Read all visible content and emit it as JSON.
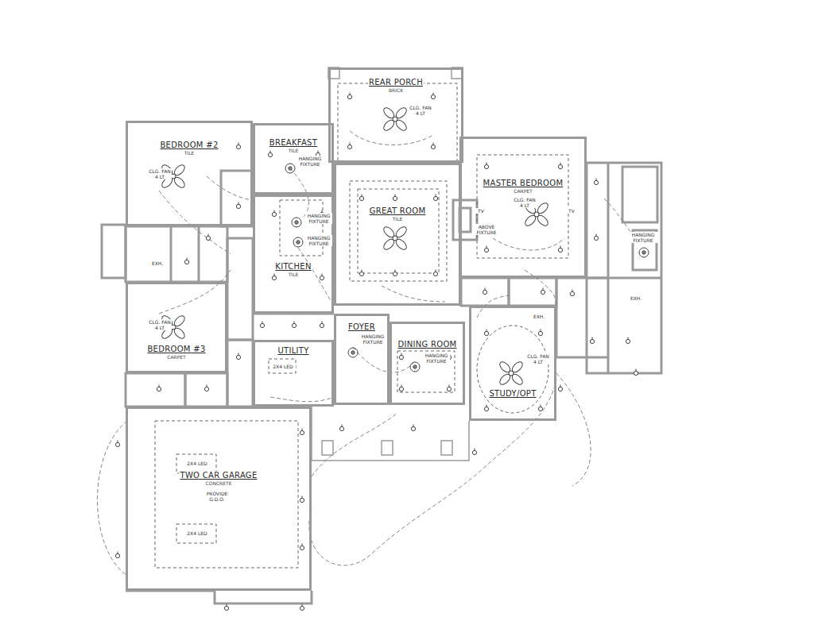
{
  "diagram": {
    "nodes": [
      {
        "text": [
          "REAR PORCH",
          "BRICK"
        ]
      },
      {
        "text": [
          "BEDROOM #2",
          "TILE"
        ]
      },
      {
        "text": [
          "BREAKFAST",
          "TILE"
        ]
      },
      {
        "text": [
          "GREAT ROOM",
          "TILE"
        ]
      },
      {
        "text": [
          "MASTER BEDROOM",
          "CARPET"
        ]
      },
      {
        "text": [
          "KITCHEN",
          "TILE"
        ]
      },
      {
        "text": [
          "BEDROOM #3",
          "CARPET"
        ]
      },
      {
        "text": [
          "FOYER"
        ]
      },
      {
        "text": [
          "DINING ROOM"
        ]
      },
      {
        "text": [
          "UTILITY"
        ]
      },
      {
        "text": [
          "STUDY/OPT"
        ]
      },
      {
        "text": [
          "TWO CAR GARAGE",
          "CONCRETE"
        ]
      }
    ],
    "labels": [
      "CLG. FAN 4 LT",
      "CLG. FAN 4 LT",
      "CLG. FAN 4 LT",
      "CLG. FAN 4 LT",
      "CLG. FAN 4 LT",
      "HANGING FIXTURE",
      "HANGING FIXTURE",
      "HANGING FIXTURE",
      "HANGING FIXTURE",
      "HANGING FIXTURE",
      "HANGING FIXTURE",
      "EXH.",
      "EXH.",
      "EXH.",
      "TV",
      "TV",
      "ABOVE FIXTURE",
      "2X4 LED",
      "2X4 LED",
      "2X4 LED",
      "PROVIDE G.D.O."
    ]
  }
}
